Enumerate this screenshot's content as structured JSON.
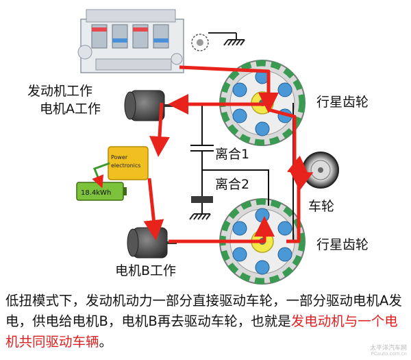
{
  "labels": {
    "engine_line1": "发动机工作",
    "engine_line2": "电机A工作",
    "planetary_top": "行星齿轮",
    "clutch1": "离合1",
    "clutch2": "离合2",
    "wheel": "车轮",
    "planetary_bottom": "行星齿轮",
    "motor_b": "电机B工作"
  },
  "power_electronics": {
    "line1": "Power",
    "line2": "electronics"
  },
  "battery": {
    "capacity": "18.4kWh"
  },
  "caption": {
    "part1": "低扭模式下，发动机动力一部分直接驱动车轮，一部分驱动电机A发电，供电给电机B，电机B再去驱动车轮，也就是",
    "highlight": "发电动机与一个电机共同驱动车辆",
    "part2": "。"
  },
  "watermark": {
    "line1": "太平洋汽车网",
    "line2": "PCauto.com.cn"
  },
  "colors": {
    "power_flow": "#e8231b",
    "gear_green": "#3a9a52",
    "gear_blue": "#4a98d6",
    "pe_box": "#f0c020",
    "battery": "#7cc23a"
  }
}
